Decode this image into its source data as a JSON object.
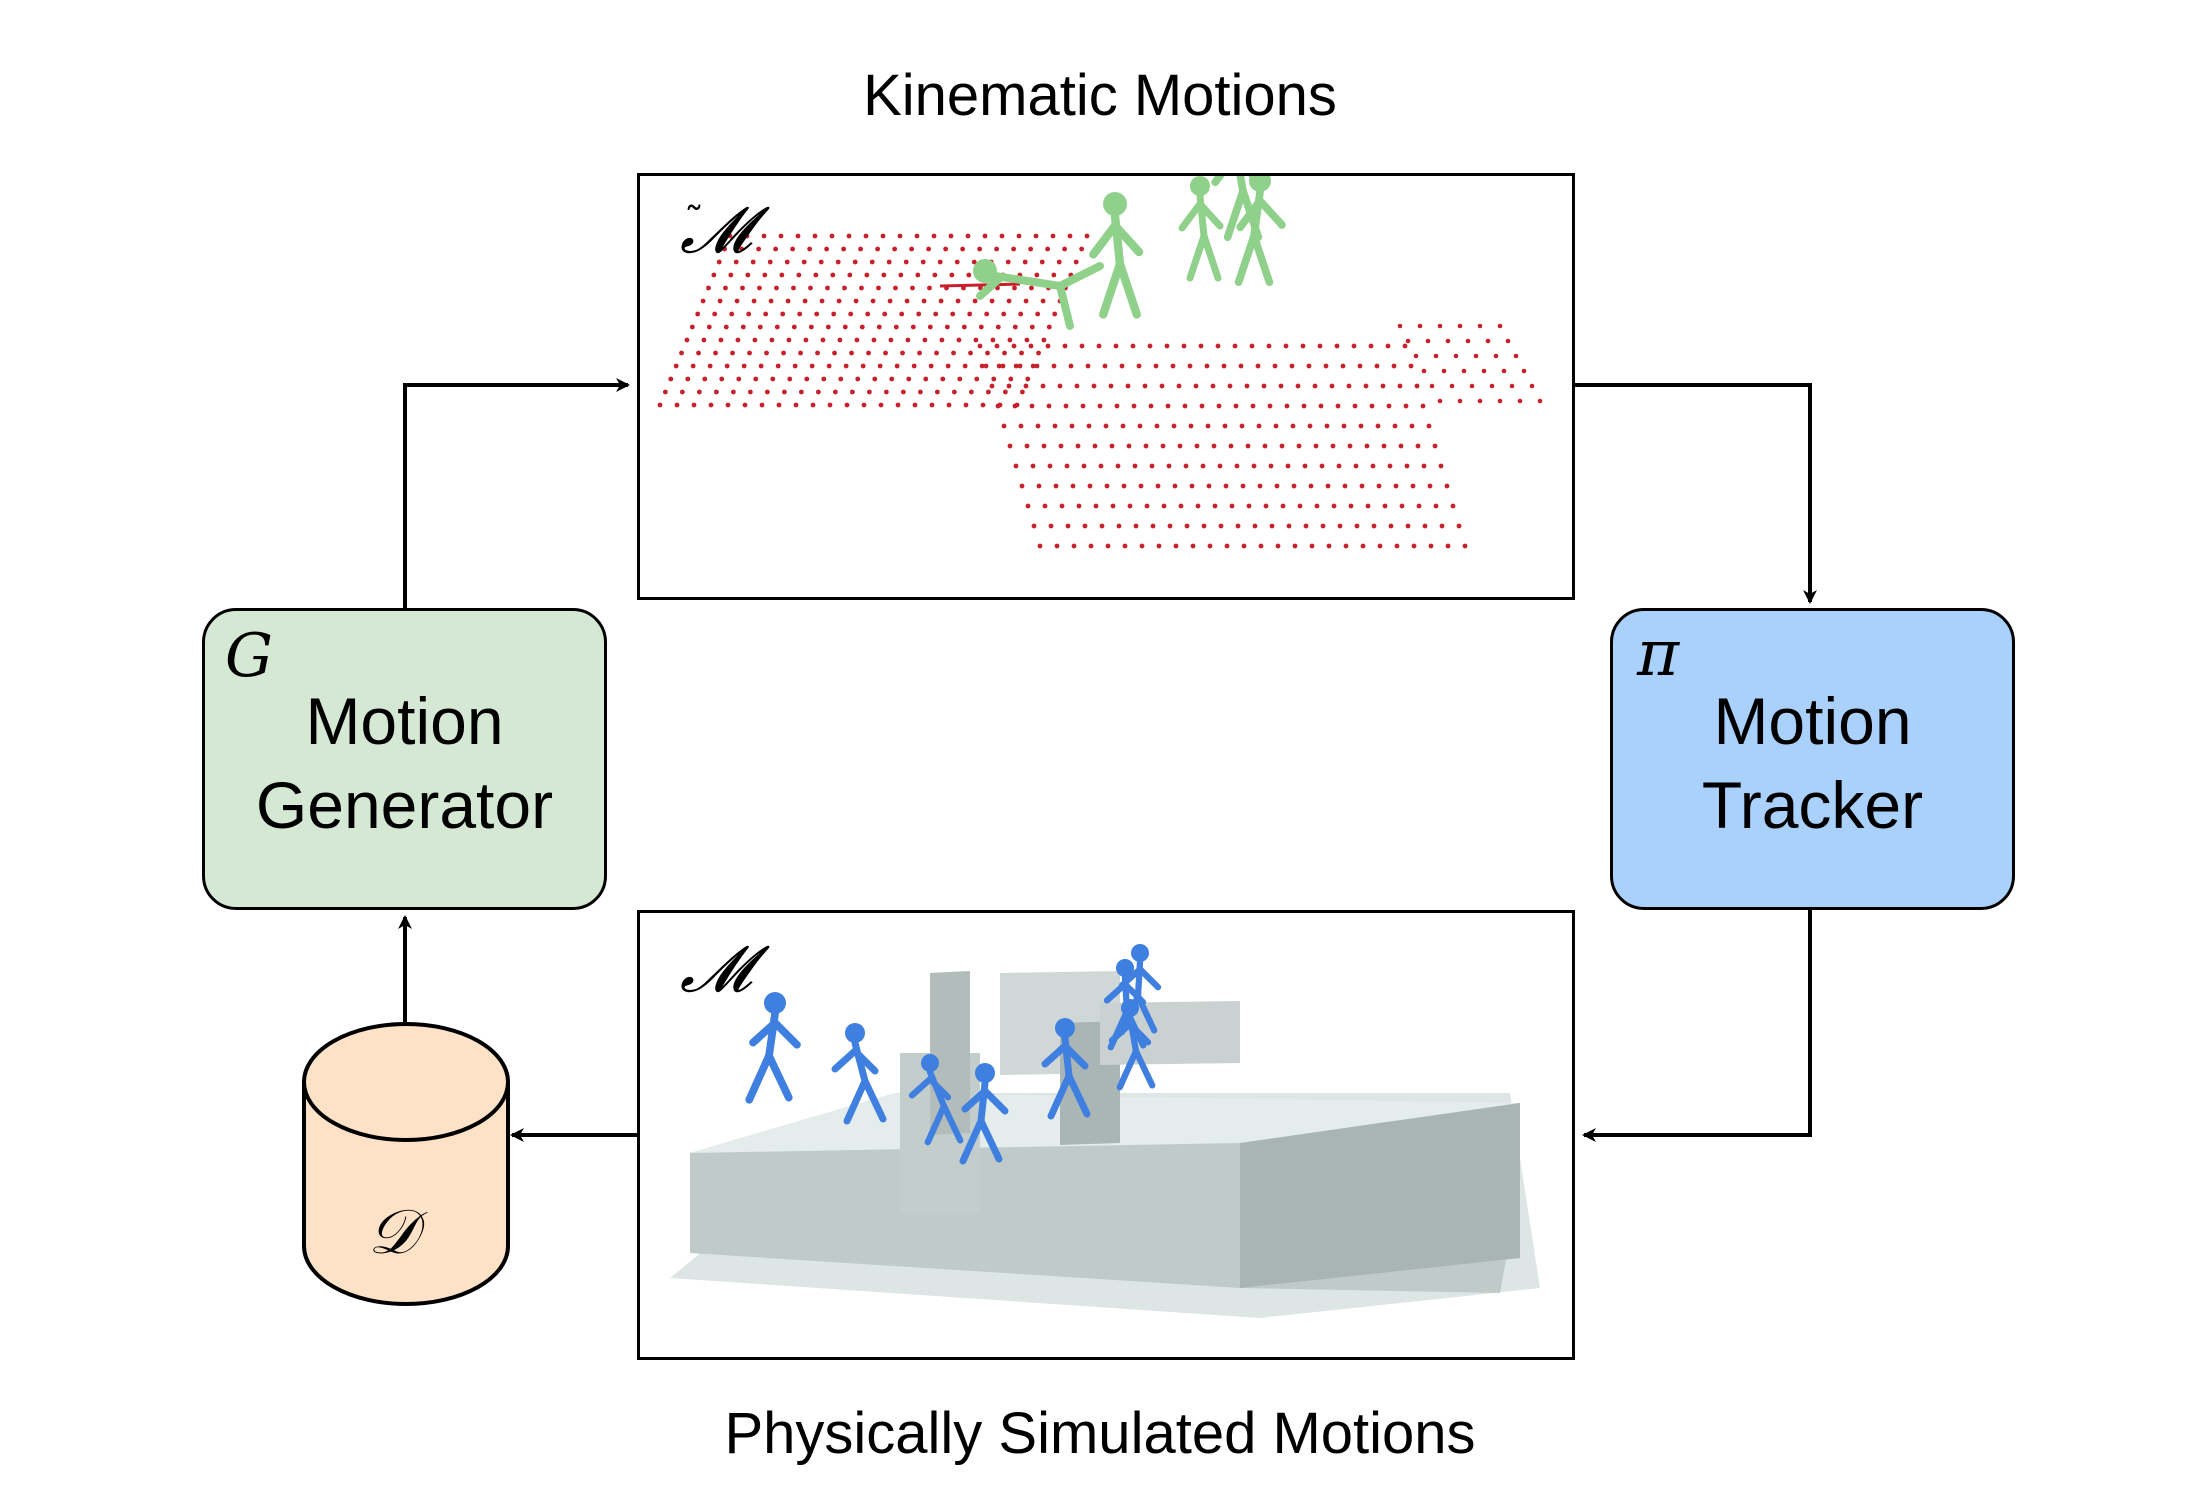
{
  "top_caption": "Kinematic Motions",
  "bottom_caption": "Physically Simulated Motions",
  "generator": {
    "symbol": "G",
    "line1": "Motion",
    "line2": "Generator",
    "fill": "#d5e8d4"
  },
  "tracker": {
    "symbol": "π",
    "line1": "Motion",
    "line2": "Tracker",
    "fill": "#a9d1fb"
  },
  "dataset": {
    "symbol": "𝒟",
    "fill": "#fde2c8"
  },
  "kinematic_panel": {
    "symbol": "𝓜",
    "character_color": "#8fd18a",
    "point_color": "#c8202a"
  },
  "simulated_panel": {
    "symbol": "𝓜",
    "character_color": "#3e7fe0",
    "terrain_color": "#b9c4c3"
  }
}
